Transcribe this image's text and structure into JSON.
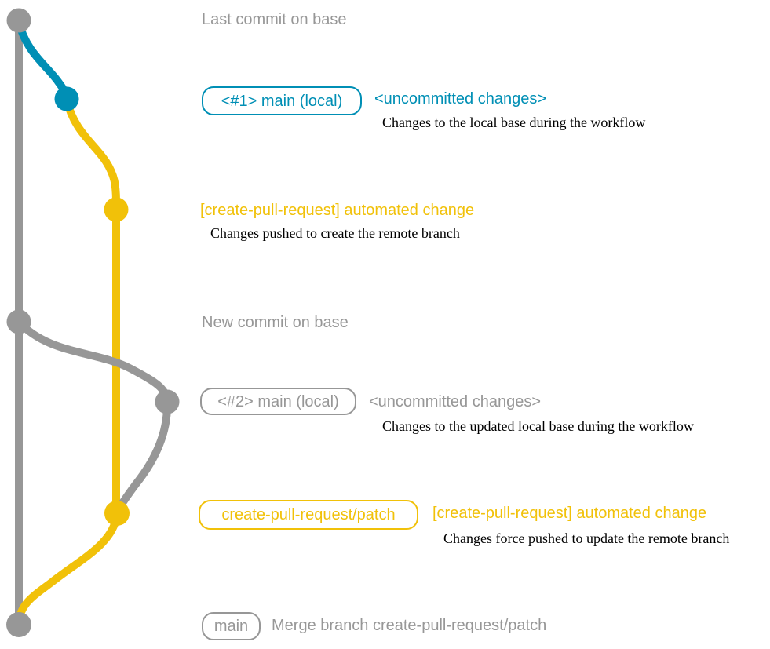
{
  "colors": {
    "gray": "#979797",
    "teal": "#008fb5",
    "yellow": "#f1c109",
    "note": "#000000"
  },
  "graph": {
    "type": "git-graph",
    "branches": [
      {
        "name": "base (main)",
        "color_ref": "gray"
      },
      {
        "name": "main (local)",
        "color_ref": "teal"
      },
      {
        "name": "create-pull-request/patch",
        "color_ref": "yellow"
      }
    ],
    "commit_dots_top_to_bottom": [
      {
        "name": "last-commit-on-base",
        "color_ref": "gray"
      },
      {
        "name": "uncommitted-changes-1",
        "color_ref": "teal"
      },
      {
        "name": "automated-change-push",
        "color_ref": "yellow"
      },
      {
        "name": "new-commit-on-base",
        "color_ref": "gray"
      },
      {
        "name": "uncommitted-changes-2",
        "color_ref": "gray"
      },
      {
        "name": "automated-change-force-push",
        "color_ref": "yellow"
      },
      {
        "name": "merge-commit",
        "color_ref": "gray"
      }
    ]
  },
  "sections": {
    "last_commit": {
      "text": "Last commit on base"
    },
    "local1": {
      "badge": "<#1> main (local)",
      "title": "<uncommitted changes>",
      "note": "Changes to the local base during the workflow"
    },
    "push1": {
      "title": "[create-pull-request] automated change",
      "note": "Changes pushed to create the remote branch"
    },
    "new_commit": {
      "text": "New commit on base"
    },
    "local2": {
      "badge": "<#2> main (local)",
      "title": "<uncommitted changes>",
      "note": "Changes to the updated local base during the workflow"
    },
    "push2": {
      "badge": "create-pull-request/patch",
      "title": "[create-pull-request] automated change",
      "note": "Changes force pushed to update the remote branch"
    },
    "merge": {
      "badge": "main",
      "text": "Merge branch create-pull-request/patch"
    }
  }
}
